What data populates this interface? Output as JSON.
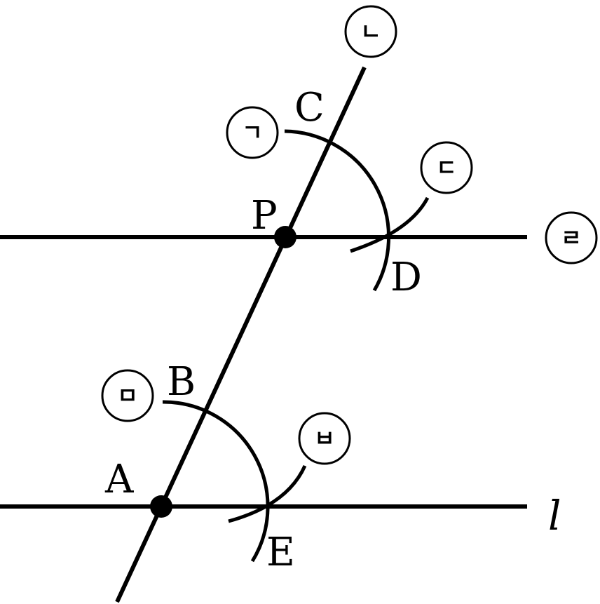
{
  "points": {
    "A": "A",
    "B": "B",
    "C": "C",
    "D": "D",
    "E": "E",
    "P": "P"
  },
  "line_label": "l",
  "step_markers": {
    "m1": "ㄱ",
    "m2": "ㄴ",
    "m3": "ㄷ",
    "m4": "ㄹ",
    "m5": "ㅁ",
    "m6": "ㅂ"
  }
}
